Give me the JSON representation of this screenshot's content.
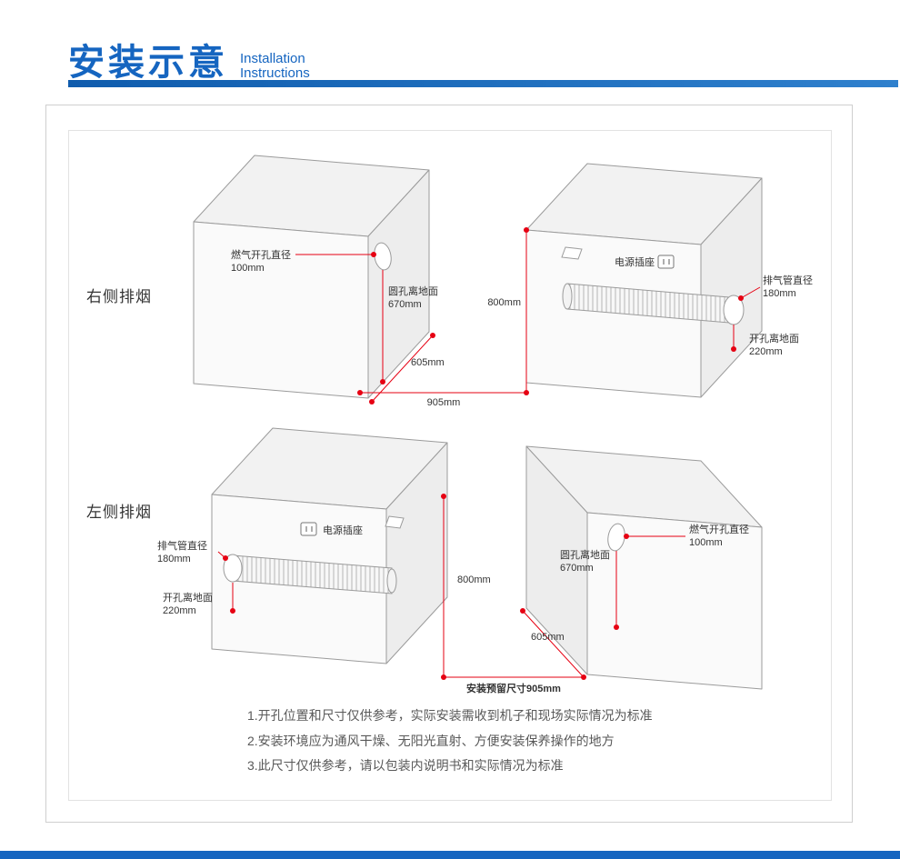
{
  "header": {
    "title": "安装示意",
    "subtitle_line1": "Installation",
    "subtitle_line2": "Instructions"
  },
  "sections": {
    "right": "右侧排烟",
    "left": "左侧排烟"
  },
  "labels": {
    "gas_hole": "燃气开孔直径",
    "gas_hole_value": "100mm",
    "round_hole_height": "圆孔离地面",
    "round_hole_height_value": "670mm",
    "exhaust_pipe": "排气管直径",
    "exhaust_pipe_value": "180mm",
    "hole_height": "开孔离地面",
    "hole_height_value": "220mm",
    "power_socket": "电源插座",
    "depth": "605mm",
    "width": "905mm",
    "height": "800mm",
    "reserved": "安装预留尺寸905mm"
  },
  "notes": [
    "1.开孔位置和尺寸仅供参考，实际安装需收到机子和现场实际情况为标准",
    "2.安装环境应为通风干燥、无阳光直射、方便安装保养操作的地方",
    "3.此尺寸仅供参考，请以包装内说明书和实际情况为标准"
  ],
  "colors": {
    "accent_blue": "#1565c0",
    "dimension_red": "#e60012",
    "box_stroke": "#9b9b9b"
  }
}
